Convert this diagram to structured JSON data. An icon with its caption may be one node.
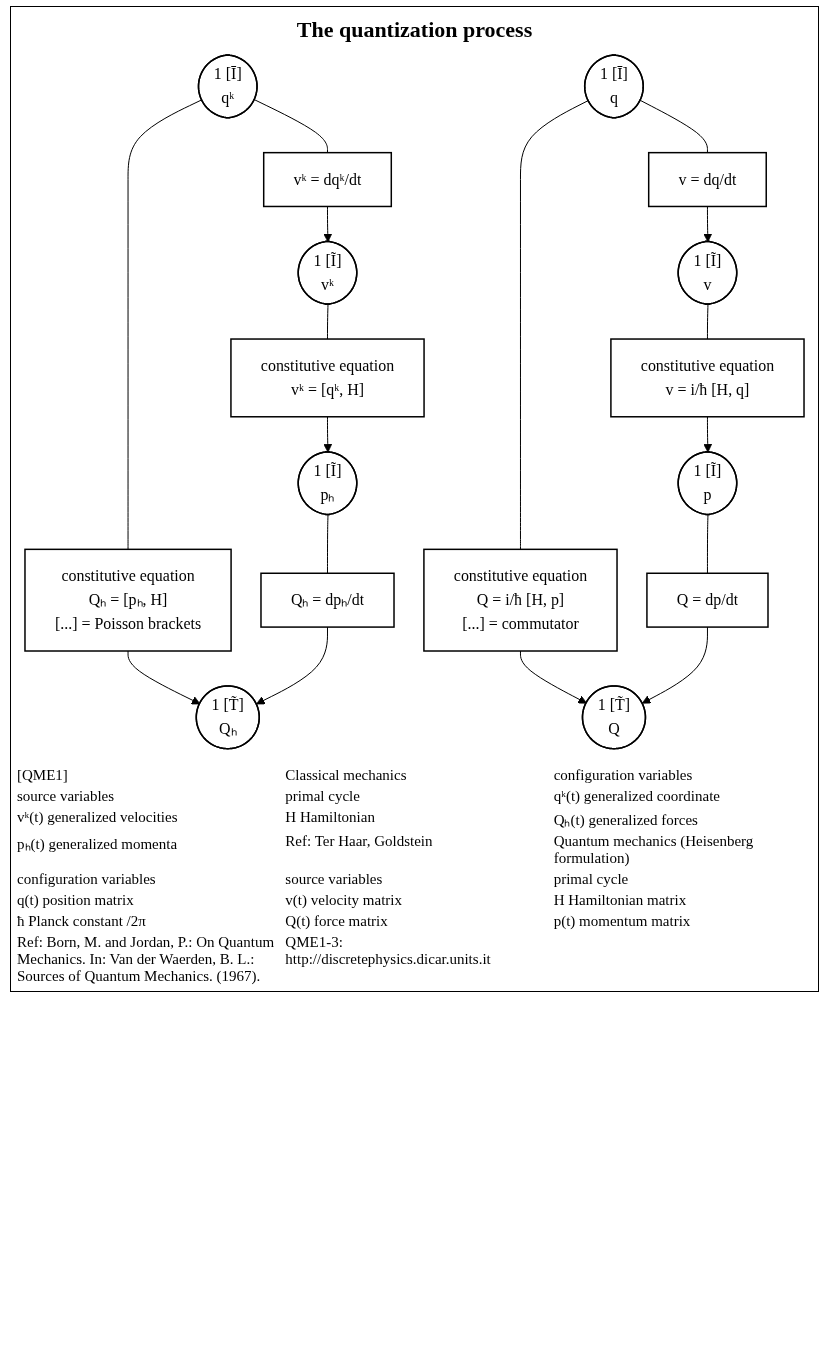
{
  "diagram": {
    "title": "The quantization process",
    "nodes": [
      {
        "text": [
          "1 [Ī]",
          "qᵏ"
        ]
      },
      {
        "text": [
          "constitutive equation",
          "Qₕ = [pₕ, H]",
          "[...] = Poisson brackets"
        ]
      },
      {
        "text": [
          "1 [T̃]",
          "Qₕ"
        ]
      },
      {
        "text": [
          "vᵏ = dqᵏ/dt"
        ]
      },
      {
        "text": [
          "Qₕ = dpₕ/dt"
        ]
      },
      {
        "text": [
          "1 [Ĩ]",
          "vᵏ"
        ]
      },
      {
        "text": [
          "constitutive equation",
          "vᵏ = [qᵏ, H]"
        ]
      },
      {
        "text": [
          "1 [Ĩ]",
          "pₕ"
        ]
      },
      {
        "text": [
          "1 [Ī]",
          "q"
        ]
      },
      {
        "text": [
          "constitutive equation",
          "Q = i/ħ [H, p]",
          "[...] = commutator"
        ]
      },
      {
        "text": [
          "1 [T̃]",
          "Q"
        ]
      },
      {
        "text": [
          "v = dq/dt"
        ]
      },
      {
        "text": [
          "Q = dp/dt"
        ]
      },
      {
        "text": [
          "1 [Ĩ]",
          "v"
        ]
      },
      {
        "text": [
          "constitutive equation",
          "v = i/ħ [H, q]"
        ]
      },
      {
        "text": [
          "1 [Ĩ]",
          "p"
        ]
      }
    ],
    "edges": [
      {
        "from": 0,
        "to": 1,
        "arrow": "none"
      },
      {
        "from": 1,
        "to": 2,
        "arrow": "to"
      },
      {
        "from": 0,
        "to": 3,
        "arrow": "none"
      },
      {
        "from": 3,
        "to": 5,
        "arrow": "to"
      },
      {
        "from": 5,
        "to": 6,
        "arrow": "none"
      },
      {
        "from": 6,
        "to": 7,
        "arrow": "to"
      },
      {
        "from": 7,
        "to": 4,
        "arrow": "none"
      },
      {
        "from": 4,
        "to": 2,
        "arrow": "to"
      },
      {
        "from": 8,
        "to": 9,
        "arrow": "none"
      },
      {
        "from": 9,
        "to": 10,
        "arrow": "to"
      },
      {
        "from": 8,
        "to": 11,
        "arrow": "none"
      },
      {
        "from": 11,
        "to": 13,
        "arrow": "to"
      },
      {
        "from": 13,
        "to": 14,
        "arrow": "none"
      },
      {
        "from": 14,
        "to": 15,
        "arrow": "to"
      },
      {
        "from": 15,
        "to": 12,
        "arrow": "none"
      },
      {
        "from": 12,
        "to": 10,
        "arrow": "to"
      }
    ],
    "labels": [
      "[QME1]",
      "Classical mechanics",
      "configuration variables",
      "source variables",
      "primal cycle",
      "qᵏ(t) generalized coordinate",
      "vᵏ(t) generalized velocities",
      "H Hamiltonian",
      "Qₕ(t) generalized forces",
      "pₕ(t) generalized momenta",
      "Ref: Ter Haar, Goldstein",
      "Quantum mechanics (Heisenberg formulation)",
      "configuration variables",
      "source variables",
      "primal cycle",
      "q(t) position matrix",
      "v(t) velocity matrix",
      "H Hamiltonian matrix",
      "ħ Planck constant /2π",
      "Q(t) force matrix",
      "p(t) momentum matrix",
      "Ref: Born, M. and Jordan, P.: On Quantum Mechanics. In: Van der Waerden, B. L.: Sources of Quantum Mechanics. (1967).",
      "QME1-3: http://discretephysics.dicar.units.it"
    ]
  }
}
